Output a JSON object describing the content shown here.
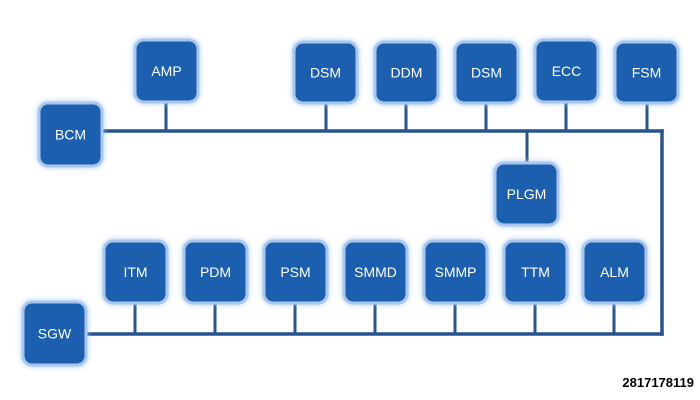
{
  "figure_id": "2817178119",
  "colors": {
    "module_fill": "#1c5fae",
    "module_border": "#a9c7ee",
    "bus_line": "#27548f"
  },
  "modules": {
    "bcm": "BCM",
    "amp": "AMP",
    "dsm_1": "DSM",
    "ddm": "DDM",
    "dsm_2": "DSM",
    "ecc": "ECC",
    "fsm": "FSM",
    "plgm": "PLGM",
    "sgw": "SGW",
    "itm": "ITM",
    "pdm": "PDM",
    "psm": "PSM",
    "smmd": "SMMD",
    "smmp": "SMMP",
    "ttm": "TTM",
    "alm": "ALM"
  }
}
